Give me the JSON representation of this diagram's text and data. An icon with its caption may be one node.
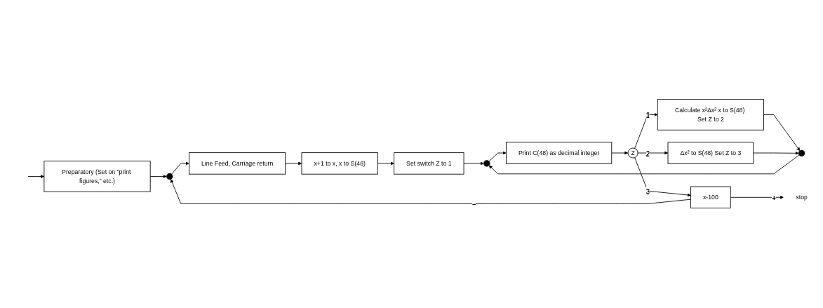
{
  "diagram": {
    "nodes": [
      {
        "text": [
          "Preparatory (Set on “print figures,” etc.)"
        ]
      },
      {
        "text": [],
        "shape": "circle"
      },
      {
        "text": [
          "Line Feed, Carriage return"
        ]
      },
      {
        "text": [
          "x+1 to x, x to S(48)"
        ]
      },
      {
        "text": [
          "Set switch Z to 1"
        ]
      },
      {
        "text": [],
        "shape": "circle"
      },
      {
        "text": [],
        "shape": "circle"
      },
      {
        "text": [
          "Δx² to S(48) Set Z to 3"
        ]
      },
      {
        "text": [
          "Calculate x²Δx² x to S(48) Set Z to 2"
        ]
      },
      {
        "text": [
          "Print C(48) as decimal integer"
        ]
      },
      {
        "text": [
          "Z"
        ]
      },
      {
        "text": [
          "x-100"
        ]
      },
      {
        "text": [
          "stop"
        ]
      }
    ],
    "edges": [
      {
        "from": null,
        "to": 0,
        "arrow": "to"
      },
      {
        "from": 0,
        "to": 1,
        "arrow": "to"
      },
      {
        "from": 1,
        "to": 2,
        "arrow": "to"
      },
      {
        "from": 2,
        "to": 3,
        "arrow": "to"
      },
      {
        "from": 3,
        "to": 4,
        "arrow": "to"
      },
      {
        "from": 4,
        "to": 5,
        "arrow": "to"
      },
      {
        "from": 6,
        "to": 5,
        "arrow": "to"
      },
      {
        "from": 5,
        "to": 9,
        "arrow": "to"
      },
      {
        "from": 9,
        "to": 10,
        "arrow": "to"
      },
      {
        "from": 10,
        "to": 8,
        "arrow": "to",
        "label": "1"
      },
      {
        "from": 10,
        "to": 7,
        "arrow": "to",
        "label": "2"
      },
      {
        "from": 10,
        "to": 11,
        "arrow": "to",
        "label": "3"
      },
      {
        "from": 8,
        "to": 6,
        "arrow": "to"
      },
      {
        "from": 7,
        "to": 6,
        "arrow": "to"
      },
      {
        "from": 11,
        "to": 1,
        "arrow": "to",
        "label": "−"
      },
      {
        "from": 11,
        "to": 12,
        "arrow": "to",
        "label": "+"
      }
    ]
  }
}
